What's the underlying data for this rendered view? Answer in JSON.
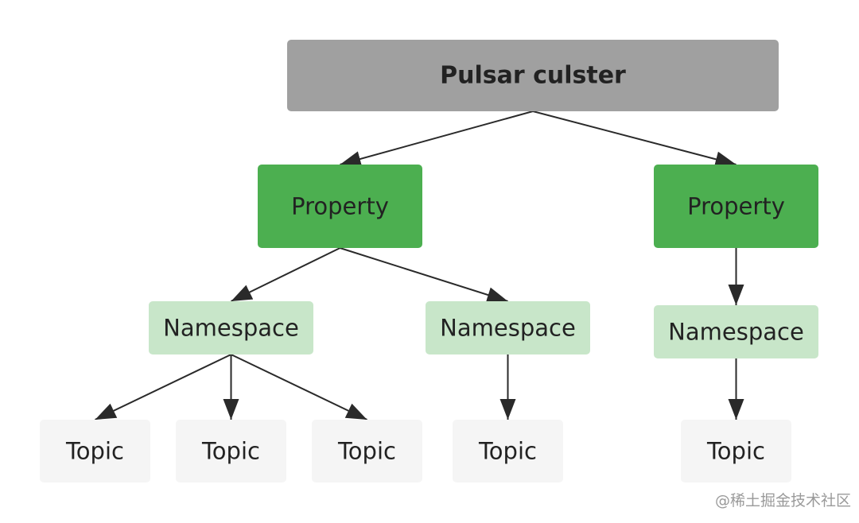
{
  "colors": {
    "cluster": "#a0a0a0",
    "property": "#4caf50",
    "namespace": "#c8e6c9",
    "topic": "#f5f5f5",
    "edge": "#2a2a2a"
  },
  "nodes": [
    {
      "id": "cluster",
      "label": "Pulsar culster",
      "kind": "cluster"
    },
    {
      "id": "property_1",
      "label": "Property",
      "kind": "property"
    },
    {
      "id": "property_2",
      "label": "Property",
      "kind": "property"
    },
    {
      "id": "namespace_1",
      "label": "Namespace",
      "kind": "namespace"
    },
    {
      "id": "namespace_2",
      "label": "Namespace",
      "kind": "namespace"
    },
    {
      "id": "namespace_3",
      "label": "Namespace",
      "kind": "namespace"
    },
    {
      "id": "topic_1",
      "label": "Topic",
      "kind": "topic"
    },
    {
      "id": "topic_2",
      "label": "Topic",
      "kind": "topic"
    },
    {
      "id": "topic_3",
      "label": "Topic",
      "kind": "topic"
    },
    {
      "id": "topic_4",
      "label": "Topic",
      "kind": "topic"
    },
    {
      "id": "topic_5",
      "label": "Topic",
      "kind": "topic"
    }
  ],
  "edges": [
    {
      "from": "cluster",
      "to": "property_1"
    },
    {
      "from": "cluster",
      "to": "property_2"
    },
    {
      "from": "property_1",
      "to": "namespace_1"
    },
    {
      "from": "property_1",
      "to": "namespace_2"
    },
    {
      "from": "property_2",
      "to": "namespace_3"
    },
    {
      "from": "namespace_1",
      "to": "topic_1"
    },
    {
      "from": "namespace_1",
      "to": "topic_2"
    },
    {
      "from": "namespace_1",
      "to": "topic_3"
    },
    {
      "from": "namespace_2",
      "to": "topic_4"
    },
    {
      "from": "namespace_3",
      "to": "topic_5"
    }
  ],
  "watermark": "@稀土掘金技术社区"
}
